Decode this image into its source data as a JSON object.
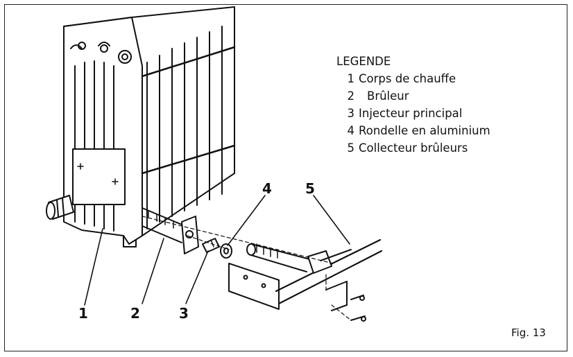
{
  "legend": {
    "title": "LEGENDE",
    "items": [
      {
        "num": "1",
        "label": "Corps de chauffe"
      },
      {
        "num": "2",
        "label": "Brûleur"
      },
      {
        "num": "3",
        "label": "Injecteur principal"
      },
      {
        "num": "4",
        "label": "Rondelle en aluminium"
      },
      {
        "num": "5",
        "label": "Collecteur brûleurs"
      }
    ]
  },
  "callouts": [
    "1",
    "2",
    "3",
    "4",
    "5"
  ],
  "figure_label": "Fig. 13"
}
